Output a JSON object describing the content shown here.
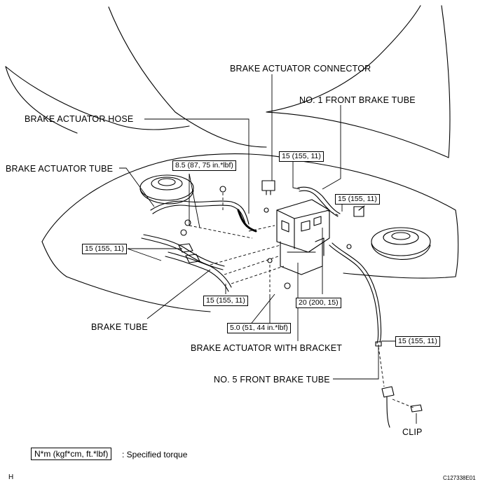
{
  "labels": {
    "brake_actuator_connector": "BRAKE ACTUATOR CONNECTOR",
    "no1_front_brake_tube": "NO. 1 FRONT BRAKE TUBE",
    "brake_actuator_hose": "BRAKE ACTUATOR HOSE",
    "brake_actuator_tube": "BRAKE ACTUATOR TUBE",
    "brake_tube": "BRAKE TUBE",
    "brake_actuator_with_bracket": "BRAKE ACTUATOR WITH BRACKET",
    "no5_front_brake_tube": "NO. 5 FRONT BRAKE TUBE",
    "clip": "CLIP"
  },
  "torques": {
    "t_8_5": "8.5 (87, 75 in.*lbf)",
    "t_15_upper_center": "15 (155, 11)",
    "t_15_upper_right": "15 (155, 11)",
    "t_15_left": "15 (155, 11)",
    "t_15_lower": "15 (155, 11)",
    "t_5_0": "5.0 (51, 44 in.*lbf)",
    "t_20": "20 (200, 15)",
    "t_15_right": "15 (155, 11)"
  },
  "legend": {
    "unit_box": "N*m (kgf*cm, ft.*lbf)",
    "text": ": Specified torque"
  },
  "corner": {
    "left_mark": "H",
    "figure_code": "C127338E01"
  }
}
